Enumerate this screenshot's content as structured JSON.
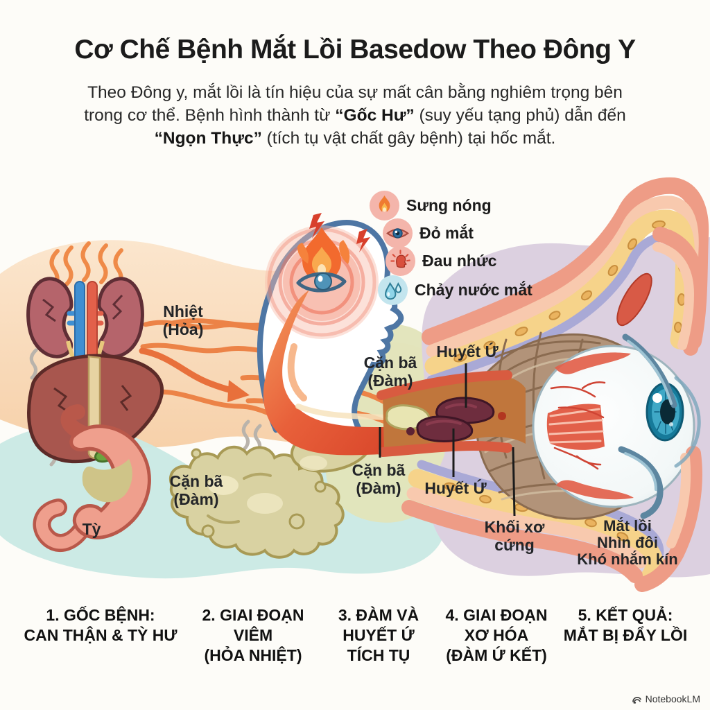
{
  "header": {
    "title": "Cơ Chế Bệnh Mắt Lồi Basedow Theo Đông Y",
    "subtitle": {
      "line1": "Theo Đông y, mắt lồi là tín hiệu của sự mất cân bằng nghiêm trọng bên",
      "line2_pre": "trong cơ thể. Bệnh hình thành từ ",
      "line2_bold": "“Gốc Hư”",
      "line2_post": " (suy yếu tạng phủ) dẫn đến",
      "line3_bold": "“Ngọn Thực”",
      "line3_post": " (tích tụ vật chất gây bệnh) tại hốc mắt."
    }
  },
  "legend": {
    "items": [
      {
        "icon": "flame-icon",
        "label": "Sưng nóng"
      },
      {
        "icon": "red-eye-icon",
        "label": "Đỏ mắt"
      },
      {
        "icon": "pain-icon",
        "label": "Đau nhức"
      },
      {
        "icon": "tears-icon",
        "label": "Chảy nước mắt"
      }
    ]
  },
  "labels": {
    "nhiet": "Nhiệt\n(Hỏa)",
    "can_ba_left": "Cặn bã\n(Đàm)",
    "ty": "Tỳ",
    "can_ba_mid_top": "Cặn bã\n(Đàm)",
    "can_ba_mid_bottom": "Cặn bã\n(Đàm)",
    "huyet_u_top": "Huyết Ứ",
    "huyet_u_bottom": "Huyết Ứ",
    "khoi_xo_cung": "Khối xơ\ncứng",
    "eye_symptoms": "Mắt lồi\nNhìn đôi\nKhó nhắm kín"
  },
  "stages": [
    {
      "text": "1. GỐC BỆNH:\nCAN THẬN & TỲ HƯ"
    },
    {
      "text": "2. GIAI ĐOẠN\nVIÊM\n(HỎA NHIỆT)"
    },
    {
      "text": "3. ĐÀM VÀ\nHUYẾT Ứ\nTÍCH TỤ"
    },
    {
      "text": "4. GIAI ĐOẠN\nXƠ HÓA\n(ĐÀM Ứ KẾT)"
    },
    {
      "text": "5. KẾT QUẢ:\nMẮT BỊ ĐẨY LỒI"
    }
  ],
  "watermark": {
    "text": "NotebookLM"
  },
  "colors": {
    "background": "#fdfcf8",
    "title_text": "#1b1b1b",
    "peach_blob": "#f8d8b6",
    "blue_blob": "#c9e9e4",
    "olive_blob": "#e2e4ba",
    "purple_blob": "#dcd0e0",
    "legend_pink": "#f4b5ab",
    "legend_blue": "#c3e5ee",
    "flow_red": "#dc452a",
    "head_outline": "#4e76a4",
    "stasis_maroon": "#6e2d3e",
    "phlegm_olive": "#d9d2a2"
  }
}
